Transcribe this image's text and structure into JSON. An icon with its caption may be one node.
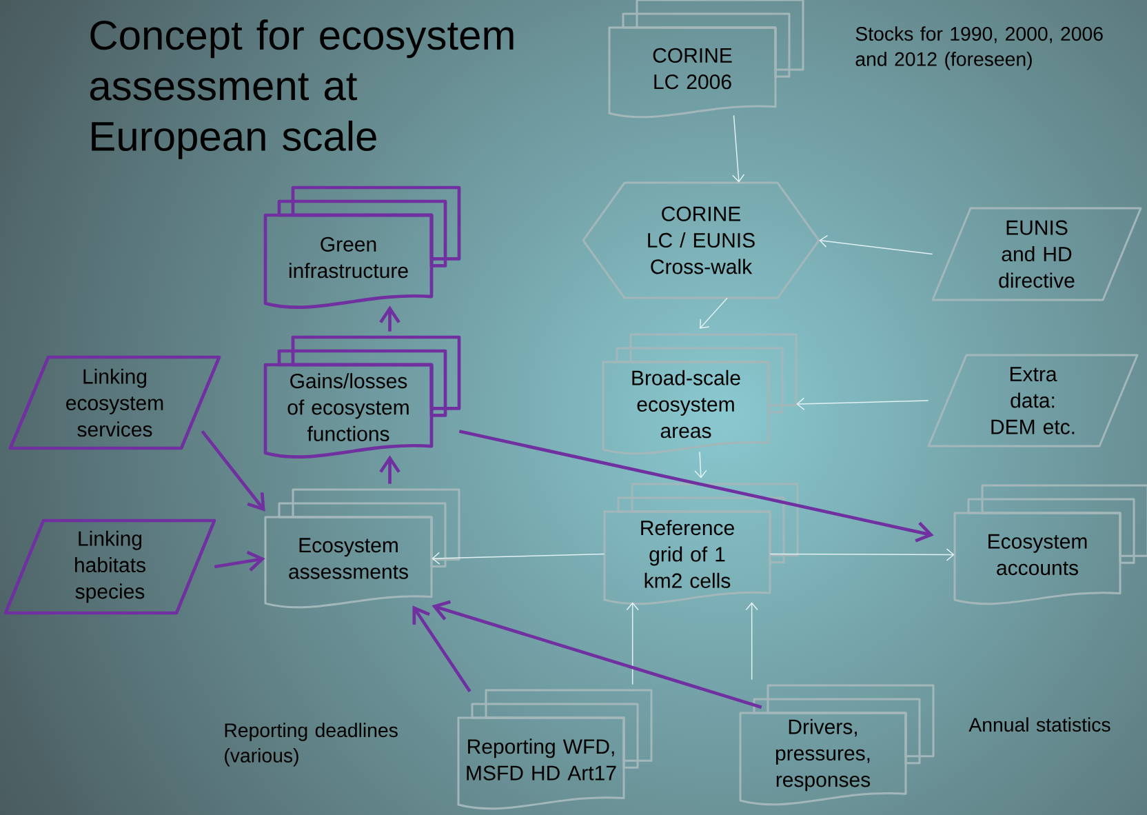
{
  "diagram": {
    "title": "Concept for ecosystem assessment at European scale",
    "nodes": [
      {
        "text": [
          "CORINE LC 2006"
        ]
      },
      {
        "text": [
          "CORINE LC / EUNIS Cross-walk"
        ]
      },
      {
        "text": [
          "EUNIS and HD directive"
        ]
      },
      {
        "text": [
          "Green infrastructure"
        ]
      },
      {
        "text": [
          "Gains/losses of ecosystem functions"
        ]
      },
      {
        "text": [
          "Linking ecosystem services"
        ]
      },
      {
        "text": [
          "Broad-scale ecosystem areas"
        ]
      },
      {
        "text": [
          "Extra data: DEM etc."
        ]
      },
      {
        "text": [
          "Linking habitats species"
        ]
      },
      {
        "text": [
          "Ecosystem assessments"
        ]
      },
      {
        "text": [
          "Reference grid of 1 km2 cells"
        ]
      },
      {
        "text": [
          "Ecosystem accounts"
        ]
      },
      {
        "text": [
          "Reporting WFD, MSFD HD Art17"
        ]
      },
      {
        "text": [
          "Drivers, pressures, responses"
        ]
      }
    ],
    "edges": [
      {
        "from": 0,
        "to": 1,
        "arrow": "to"
      },
      {
        "from": 2,
        "to": 1,
        "arrow": "to"
      },
      {
        "from": 1,
        "to": 6,
        "arrow": "to"
      },
      {
        "from": 7,
        "to": 6,
        "arrow": "to"
      },
      {
        "from": 6,
        "to": 10,
        "arrow": "to"
      },
      {
        "from": 10,
        "to": 9,
        "arrow": "to"
      },
      {
        "from": 10,
        "to": 11,
        "arrow": "to"
      },
      {
        "from": 12,
        "to": 10,
        "arrow": "to"
      },
      {
        "from": 13,
        "to": 10,
        "arrow": "to"
      },
      {
        "from": 5,
        "to": 9,
        "arrow": "to",
        "style": "thick",
        "color": "#7030a0"
      },
      {
        "from": 8,
        "to": 9,
        "arrow": "to",
        "style": "thick",
        "color": "#7030a0"
      },
      {
        "from": 9,
        "to": 4,
        "arrow": "to",
        "style": "thick",
        "color": "#7030a0"
      },
      {
        "from": 4,
        "to": 3,
        "arrow": "to",
        "style": "thick",
        "color": "#7030a0"
      },
      {
        "from": 4,
        "to": 11,
        "arrow": "to",
        "style": "thick",
        "color": "#7030a0"
      },
      {
        "from": 12,
        "to": 9,
        "arrow": "to",
        "style": "thick",
        "color": "#7030a0"
      },
      {
        "from": 13,
        "to": 9,
        "arrow": "to",
        "style": "thick",
        "color": "#7030a0"
      }
    ],
    "labels": [
      "Stocks for 1990, 2000, 2006 and 2012 (foreseen)",
      "Reporting deadlines (various)",
      "Annual statistics"
    ]
  }
}
